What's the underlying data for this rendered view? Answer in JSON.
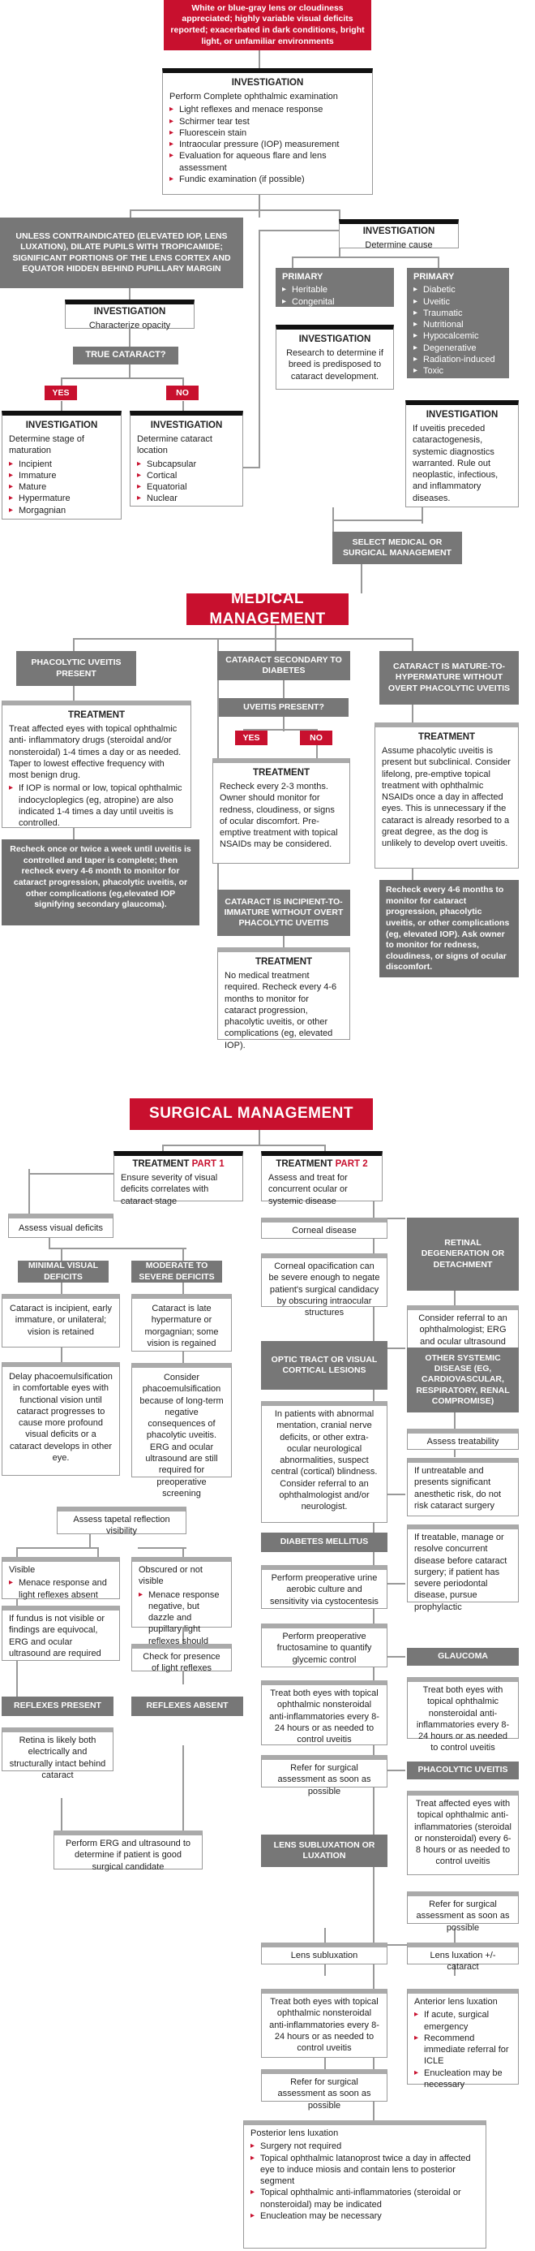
{
  "top_box": "White or blue-gray lens or cloudiness appreciated; highly variable visual deficits reported; exacerbated in dark conditions, bright light, or unfamiliar environments",
  "inv1": {
    "title": "INVESTIGATION",
    "intro": "Perform Complete ophthalmic examination",
    "items": [
      "Light reflexes and menace response",
      "Schirmer tear test",
      "Fluorescein stain",
      "Intraocular pressure (IOP) measurement",
      "Evaluation for aqueous flare and lens assessment",
      "Fundic examination (if possible)"
    ]
  },
  "dilate": "Unless contraindicated (elevated IOP, lens luxation), dilate pupils with tropicamide; significant portions of the lens cortex and equator hidden behind pupillary margin",
  "inv_char": {
    "title": "INVESTIGATION",
    "sub": "Characterize opacity"
  },
  "true_cataract": "TRUE CATARACT?",
  "yes": "YES",
  "no": "NO",
  "inv_stage": {
    "title": "INVESTIGATION",
    "intro": "Determine stage of maturation",
    "items": [
      "Incipient",
      "Immature",
      "Mature",
      "Hypermature",
      "Morgagnian"
    ]
  },
  "inv_loc": {
    "title": "INVESTIGATION",
    "intro": "Determine cataract location",
    "items": [
      "Subcapsular",
      "Cortical",
      "Equatorial",
      "Nuclear"
    ]
  },
  "inv_cause": {
    "title": "INVESTIGATION",
    "sub": "Determine cause"
  },
  "primary1": {
    "title": "PRIMARY",
    "items": [
      "Heritable",
      "Congenital"
    ]
  },
  "primary2": {
    "title": "PRIMARY",
    "items": [
      "Diabetic",
      "Uveitic",
      "Traumatic",
      "Nutritional",
      "Hypocalcemic",
      "Degenerative",
      "Radiation-induced",
      "Toxic"
    ]
  },
  "inv_breed": {
    "title": "INVESTIGATION",
    "text": "Research to determine if breed is predisposed to cataract development."
  },
  "inv_uveitis": {
    "title": "INVESTIGATION",
    "text": "If uveitis preceded cataractogenesis, systemic diagnostics warranted. Rule out neoplastic, infectious, and inflammatory diseases."
  },
  "select_mgmt": "Select medical or surgical management",
  "medical": {
    "header": "MEDICAL MANAGEMENT",
    "phaco_present": "Phacolytic uveitis present",
    "diabetes": "Cataract secondary to diabetes",
    "mature": "Cataract is mature-to-hypermature without overt phacolytic uveitis",
    "tx1": {
      "title": "TREATMENT",
      "text": "Treat affected eyes with topical ophthalmic anti- inflammatory drugs (steroidal and/or nonsteroidal) 1-4 times a day or as needed. Taper to lowest effective frequency with most benign drug.",
      "item": "If IOP is normal or low, topical ophthalmic indocycloplegics (eg, atropine) are also indicated 1-4 times a day until uveitis is controlled."
    },
    "recheck1": "Recheck once or twice a week until uveitis is controlled and taper is complete; then recheck every 4-6 month to monitor for cataract progression, phacolytic uveitis, or other complications (eg,elevated IOP signifying secondary glaucoma).",
    "uveitis_present": "UVEITIS PRESENT?",
    "tx2": {
      "title": "TREATMENT",
      "text": "Recheck every 2-3 months. Owner should monitor for redness, cloudiness, or signs of ocular discomfort. Pre-emptive treatment with topical NSAIDs may be considered."
    },
    "tx3": {
      "title": "TREATMENT",
      "text": "Assume phacolytic uveitis is present but subclinical. Consider lifelong, pre-emptive topical treatment with ophthalmic NSAIDs once a day in affected eyes. This is unnecessary if the cataract is already resorbed to a great degree, as the dog is unlikely to develop overt uveitis."
    },
    "recheck3": "Recheck every 4-6 months to monitor for cataract progression, phacolytic uveitis, or other complications (eg, elevated IOP). Ask owner to monitor for redness, cloudiness, or signs of ocular discomfort.",
    "incipient": "Cataract is incipient-to-immature without overt phacolytic uveitis",
    "tx4": {
      "title": "TREATMENT",
      "text": "No medical treatment required. Recheck every 4-6 months to monitor for cataract progression, phacolytic uveitis, or other complications (eg, elevated IOP)."
    }
  },
  "surgical": {
    "header": "SURGICAL MANAGEMENT",
    "part1": {
      "title": "TREATMENT",
      "part": "PART 1",
      "text": "Ensure severity of visual deficits correlates with cataract stage"
    },
    "part2": {
      "title": "TREATMENT",
      "part": "PART 2",
      "text": "Assess and treat for concurrent ocular or systemic disease"
    },
    "assess_visual": "Assess visual deficits",
    "minimal": "Minimal visual deficits",
    "moderate": "Moderate to severe deficits",
    "min_text": "Cataract is incipient, early immature, or unilateral; vision is retained",
    "min_text2": "Delay phacoemulsification in comfortable eyes with functional vision until cataract progresses to cause more profound visual deficits or a cataract develops in other eye.",
    "mod_text": "Cataract is late hypermature or morgagnian; some vision is regained",
    "mod_text2": "Consider phacoemulsification because of long-term negative consequences of phacolytic uveitis. ERG and ocular ultrasound are still required for preoperative screening",
    "tapetal": "Assess tapetal reflection visibility",
    "visible": {
      "title": "Visible",
      "items": [
        "Menace response and light reflexes absent"
      ]
    },
    "fundus": "If fundus is not visible or findings are equivocal, ERG and ocular ultrasound are required",
    "obscured": {
      "title": "Obscured or not visible",
      "items": [
        "Menace response negative, but dazzle and pupillary light reflexes should remain intact"
      ]
    },
    "check_light": "Check for presence of light reflexes",
    "reflex_present": "Reflexes present",
    "reflex_absent": "Reflexes absent",
    "retina": "Retina is likely both electrically and structurally intact behind cataract",
    "erg": "Perform ERG and ultrasound to determine if patient is good surgical candidate",
    "corneal": "Corneal disease",
    "corneal_text": "Corneal opacification can be severe enough to negate patient's surgical candidacy by obscuring intraocular structures",
    "retinal": "Retinal degeneration or detachment",
    "retinal_text": "Consider referral to an ophthalmologist; ERG and ocular ultrasound may be required.",
    "optic": "Optic tract or visual cortical lesions",
    "optic_text": "In patients with abnormal mentation, cranial nerve deficits, or other extra-ocular neurological abnormalities, suspect central (cortical) blindness. Consider referral to an ophthalmologist and/or neurologist.",
    "other_sys": "Other systemic disease (eg, cardiovascular, respiratory, renal compromise)",
    "assess_treat": "Assess treatability",
    "untreatable": "If untreatable and presents significant anesthetic risk, do not risk cataract surgery",
    "treatable": "If treatable, manage or resolve concurrent disease before cataract surgery; if patient has severe periodontal disease, pursue prophylactic",
    "diabetes": "Diabetes mellitus",
    "dm1": "Perform preoperative urine aerobic culture and sensitivity via cystocentesis",
    "dm2": "Perform preoperative fructosamine to quantify glycemic control",
    "dm3": "Treat both eyes with topical ophthalmic nonsteroidal anti-inflammatories every 8-24 hours or as needed to control uveitis",
    "dm4": "Refer for surgical assessment as soon as possible",
    "glaucoma": "Glaucoma",
    "glaucoma_text": "Treat both eyes with topical ophthalmic nonsteroidal anti-inflammatories every 8-24 hours or as needed to control uveitis",
    "phaco": "Phacolytic uveitis",
    "phaco_text": "Treat affected eyes with topical ophthalmic anti-inflammatories (steroidal or nonsteroidal) every 6-8 hours or as needed to control uveitis",
    "phaco_refer": "Refer for surgical assessment as soon as possible",
    "lens_sub": "Lens subluxation or luxation",
    "sub_title": "Lens subluxation",
    "sub_text": "Treat both eyes with topical ophthalmic nonsteroidal anti-inflammatories every 8-24 hours or as needed to control uveitis",
    "sub_refer": "Refer for surgical assessment as soon as possible",
    "lux_title": "Lens luxation +/- cataract",
    "ant": {
      "title": "Anterior lens luxation",
      "items": [
        "If acute, surgical emergency",
        "Recommend immediate referral for ICLE",
        "Enucleation may be necessary"
      ]
    },
    "post": {
      "title": "Posterior lens luxation",
      "items": [
        "Surgery not required",
        "Topical ophthalmic latanoprost twice a day in affected eye to induce miosis and contain lens to posterior segment",
        "Topical ophthalmic anti-inflammatories (steroidal or nonsteroidal) may be indicated",
        "Enucleation may be necessary"
      ]
    }
  }
}
